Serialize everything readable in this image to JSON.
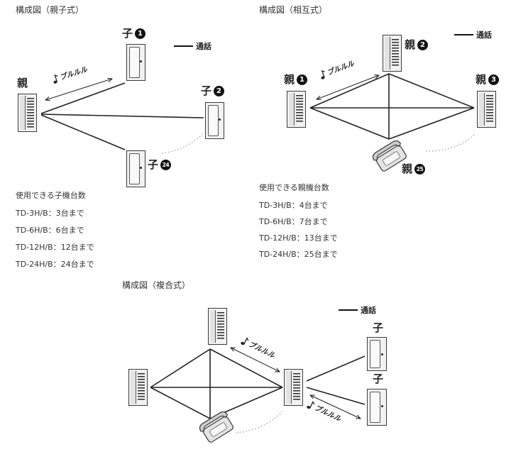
{
  "parent_child": {
    "title": "構成図（親子式）",
    "legend_label": "通話",
    "parent_label": "親",
    "child_label": "子",
    "child_numbers": [
      "1",
      "2",
      "24"
    ],
    "ring_label": "ブルルル",
    "capacity_heading": "使用できる子機台数",
    "capacity": [
      "TD-3H/B：3台まで",
      "TD-6H/B：6台まで",
      "TD-12H/B：12台まで",
      "TD-24H/B：24台まで"
    ]
  },
  "mutual": {
    "title": "構成図（相互式）",
    "legend_label": "通話",
    "station_label": "親",
    "station_numbers": [
      "1",
      "2",
      "3",
      "25"
    ],
    "ring_label": "ブルルル",
    "capacity_heading": "使用できる親機台数",
    "capacity": [
      "TD-3H/B：4台まで",
      "TD-6H/B：7台まで",
      "TD-12H/B：13台まで",
      "TD-24H/B：25台まで"
    ]
  },
  "compound": {
    "title": "構成図（複合式）",
    "legend_label": "通話",
    "child_label": "子",
    "ring_label": "ブルルル"
  },
  "icons": {
    "master_unit": "intercom-master-unit-icon",
    "sub_unit": "intercom-sub-unit-icon",
    "handset": "telephone-handset-icon",
    "ring": "music-note-icon"
  },
  "colors": {
    "line": "#222222",
    "dotted": "#9a9a9a",
    "badge": "#111111"
  }
}
